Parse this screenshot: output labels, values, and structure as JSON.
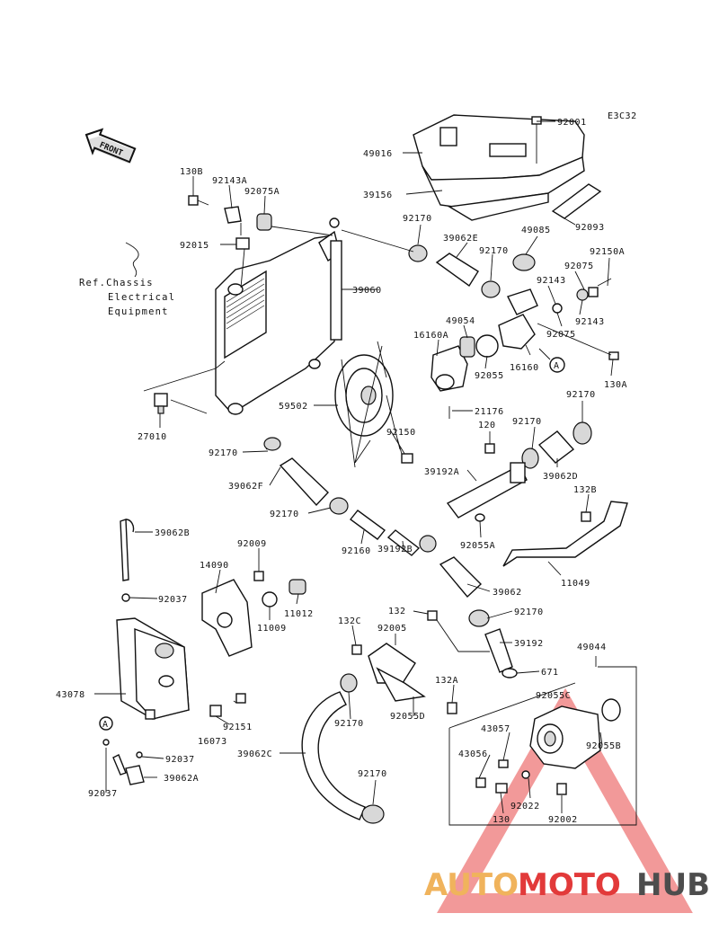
{
  "diagram_code": "E3C32",
  "front_label": "FRONT",
  "ref_note": [
    "Ref.Chassis",
    "Electrical",
    "Equipment"
  ],
  "callout_A": "A",
  "parts": [
    "92001",
    "49016",
    "39156",
    "92093",
    "92170",
    "39062E",
    "92170",
    "49085",
    "92150A",
    "92075",
    "92143",
    "92143",
    "92075",
    "130B",
    "92143A",
    "92075A",
    "92015",
    "39060",
    "49054",
    "16160A",
    "92055",
    "16160",
    "130A",
    "27010",
    "59502",
    "21176",
    "92170",
    "92170",
    "92150",
    "120",
    "92170",
    "39192A",
    "39062D",
    "132B",
    "39062F",
    "92170",
    "39062B",
    "92009",
    "14090",
    "11012",
    "92037",
    "11009",
    "92160",
    "39192B",
    "92055A",
    "39062",
    "11049",
    "132",
    "92170",
    "132C",
    "92005",
    "39192",
    "49044",
    "671",
    "43078",
    "92055C",
    "132A",
    "92151",
    "92170",
    "92055D",
    "43057",
    "16073",
    "43056",
    "92055B",
    "92037",
    "39062C",
    "92037",
    "39062A",
    "92170",
    "130",
    "92022",
    "92002"
  ],
  "watermark": {
    "part1": "AUTO",
    "part2": "MOTO",
    "part3": "HUB"
  },
  "colors": {
    "line": "#111111",
    "wm_orange": "#f0b35c",
    "wm_red": "#e23a3a",
    "wm_gray": "#4d4d4d",
    "wm_triangle": "#e84545"
  }
}
